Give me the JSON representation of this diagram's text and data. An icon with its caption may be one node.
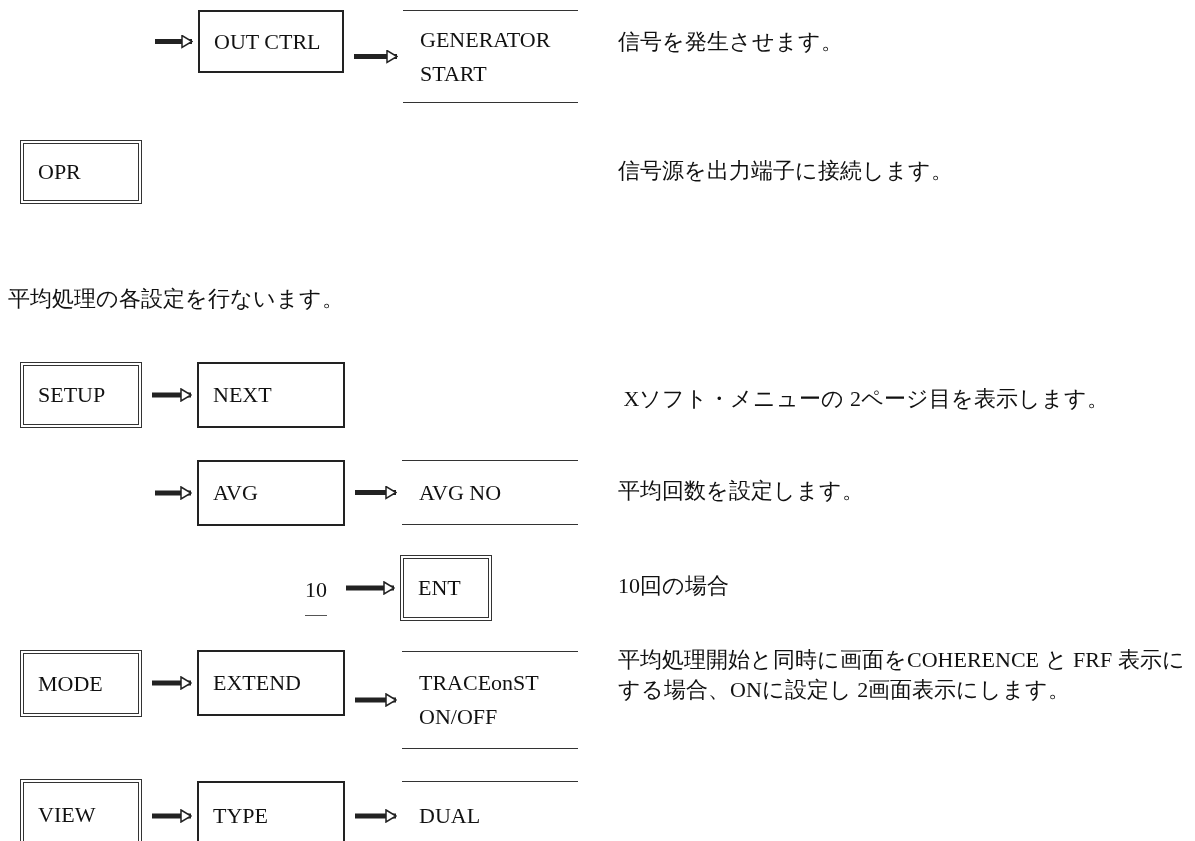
{
  "diagram": {
    "nodes": [
      {
        "text": [
          "OUT CTRL"
        ]
      },
      {
        "text": [
          "GENERATOR START"
        ]
      },
      {
        "text": [
          "OPR"
        ]
      },
      {
        "text": [
          "SETUP"
        ]
      },
      {
        "text": [
          "NEXT"
        ]
      },
      {
        "text": [
          "AVG"
        ]
      },
      {
        "text": [
          "AVG NO"
        ]
      },
      {
        "text": [
          "10"
        ]
      },
      {
        "text": [
          "ENT"
        ]
      },
      {
        "text": [
          "MODE"
        ]
      },
      {
        "text": [
          "EXTEND"
        ]
      },
      {
        "text": [
          "TRACEonST ON/OFF"
        ]
      },
      {
        "text": [
          "VIEW"
        ]
      },
      {
        "text": [
          "TYPE"
        ]
      },
      {
        "text": [
          "DUAL"
        ]
      }
    ],
    "edges": [
      {
        "from": null,
        "to": 0,
        "arrow": "to"
      },
      {
        "from": 0,
        "to": 1,
        "arrow": "to"
      },
      {
        "from": 3,
        "to": 4,
        "arrow": "to"
      },
      {
        "from": null,
        "to": 5,
        "arrow": "to"
      },
      {
        "from": 5,
        "to": 6,
        "arrow": "to"
      },
      {
        "from": 7,
        "to": 8,
        "arrow": "to"
      },
      {
        "from": 9,
        "to": 10,
        "arrow": "to"
      },
      {
        "from": 10,
        "to": 11,
        "arrow": "to"
      },
      {
        "from": 12,
        "to": 13,
        "arrow": "to"
      },
      {
        "from": 13,
        "to": 14,
        "arrow": "to"
      }
    ],
    "labels": [
      "信号を発生させます。",
      "信号源を出力端子に接続します。",
      "平均処理の各設定を行ないます。",
      " Xソフト・メニューの 2ページ目を表示します。",
      "平均回数を設定します。",
      "10回の場合",
      "平均処理開始と同時に画面をCOHERENCE と FRF 表示にする場合、ONに設定し 2画面表示にします。"
    ]
  }
}
